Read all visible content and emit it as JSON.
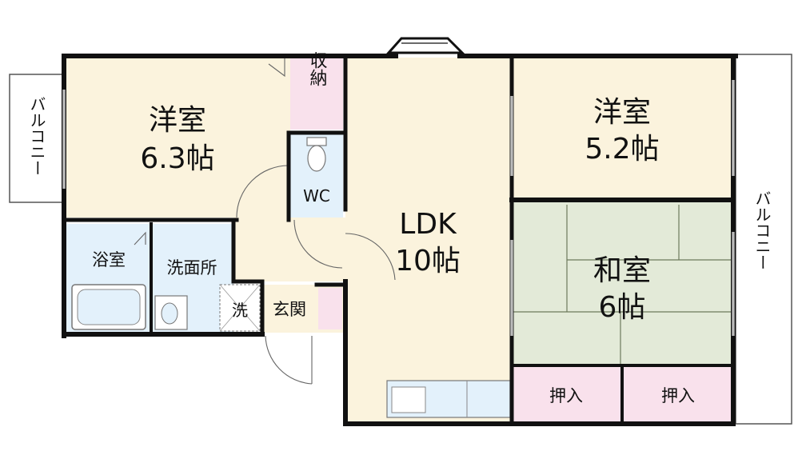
{
  "rooms": {
    "western_left": {
      "name": "洋室",
      "size": "6.3帖"
    },
    "storage": {
      "name": "収納"
    },
    "wc": {
      "name": "WC"
    },
    "ldk": {
      "name": "LDK",
      "size": "10帖"
    },
    "western_right": {
      "name": "洋室",
      "size": "5.2帖"
    },
    "japanese": {
      "name": "和室",
      "size": "6帖"
    },
    "bath": {
      "name": "浴室"
    },
    "washroom": {
      "name": "洗面所"
    },
    "washer": {
      "name": "洗"
    },
    "entrance": {
      "name": "玄関"
    },
    "closet_left": {
      "name": "押入"
    },
    "closet_right": {
      "name": "押入"
    }
  },
  "balconies": {
    "left": "バルコニー",
    "right": "バルコニー"
  },
  "colors": {
    "western": "#fbf3dd",
    "ldk": "#fbf3dd",
    "japanese": "#e3ead8",
    "storage": "#f9e1ec",
    "water": "#e3f1fb",
    "wall": "#111111"
  }
}
